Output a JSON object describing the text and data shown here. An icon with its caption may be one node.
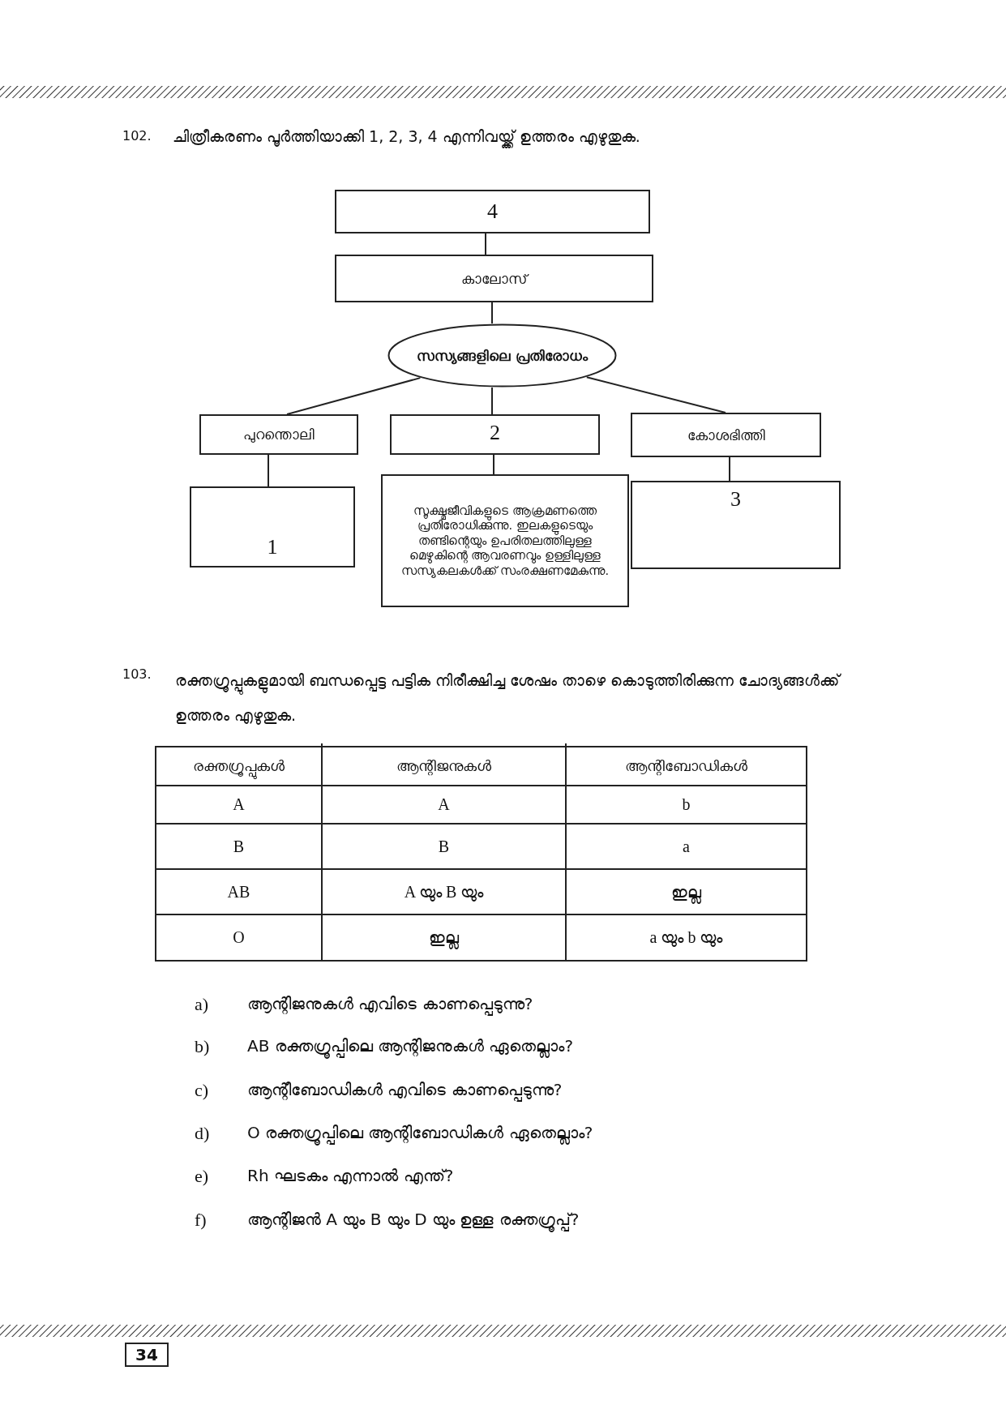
{
  "diagram": {
    "nodes": [
      {
        "text": [
          "4"
        ]
      },
      {
        "text": [
          "കാലോസ്"
        ]
      },
      {
        "text": [
          "സസ്യങ്ങളിലെ പ്രതിരോധം"
        ]
      },
      {
        "text": [
          "പുറന്തൊലി"
        ]
      },
      {
        "text": [
          "2"
        ]
      },
      {
        "text": [
          "കോശഭിത്തി"
        ]
      },
      {
        "text": [
          "1"
        ]
      },
      {
        "text": [
          "സൂക്ഷ്മജീവികളുടെ ആക്രമണത്തെ പ്രതിരോധിക്കുന്നു. ഇലകളുടെയും തണ്ടിന്റെയും ഉപരിതലത്തിലുള്ള മെഴുകിന്റെ ആവരണവും ഉള്ളിലുള്ള സസ്യകലകൾക്ക് സംരക്ഷണമേകുന്നു."
        ]
      },
      {
        "text": [
          "3"
        ]
      }
    ],
    "edges": [
      {
        "from": 0,
        "to": 1,
        "arrow": "none"
      },
      {
        "from": 1,
        "to": 2,
        "arrow": "none"
      },
      {
        "from": 2,
        "to": 3,
        "arrow": "none"
      },
      {
        "from": 2,
        "to": 4,
        "arrow": "none"
      },
      {
        "from": 2,
        "to": 5,
        "arrow": "none"
      },
      {
        "from": 3,
        "to": 6,
        "arrow": "none"
      },
      {
        "from": 4,
        "to": 7,
        "arrow": "none"
      },
      {
        "from": 5,
        "to": 8,
        "arrow": "none"
      }
    ],
    "labels": [
      "102.",
      "ചിത്രീകരണം പൂർത്തിയാക്കി 1, 2, 3, 4 എന്നിവയ്ക്ക് ഉത്തരം എഴുതുക.",
      "103.",
      "രക്തഗ്രൂപ്പുകളുമായി ബന്ധപ്പെട്ട പട്ടിക നിരീക്ഷിച്ച ശേഷം താഴെ കൊടുത്തിരിക്കുന്ന ചോദ്യങ്ങൾക്ക് ഉത്തരം എഴുതുക.",
      "രക്തഗ്രൂപ്പുകൾ",
      "ആന്റിജനുകൾ",
      "ആന്റിബോഡികൾ",
      "A",
      "A",
      "b",
      "B",
      "B",
      "a",
      "AB",
      "A യും B യും",
      "ഇല്ല",
      "O",
      "ഇല്ല",
      "a യും b യും",
      "a)",
      "ആന്റിജനുകൾ എവിടെ കാണപ്പെടുന്നു?",
      "b)",
      "AB രക്തഗ്രൂപ്പിലെ ആന്റിജനുകൾ ഏതെല്ലാം?",
      "c)",
      "ആന്റീബോഡികൾ എവിടെ കാണപ്പെടുന്നു?",
      "d)",
      "O രക്തഗ്രൂപ്പിലെ ആന്റിബോഡികൾ ഏതെല്ലാം?",
      "e)",
      "Rh ഘടകം എന്നാൽ എന്ത്?",
      "f)",
      "ആന്റിജൻ A യും B യും D യും ഉള്ള രക്തഗ്രൂപ്പ്?",
      "34"
    ]
  }
}
